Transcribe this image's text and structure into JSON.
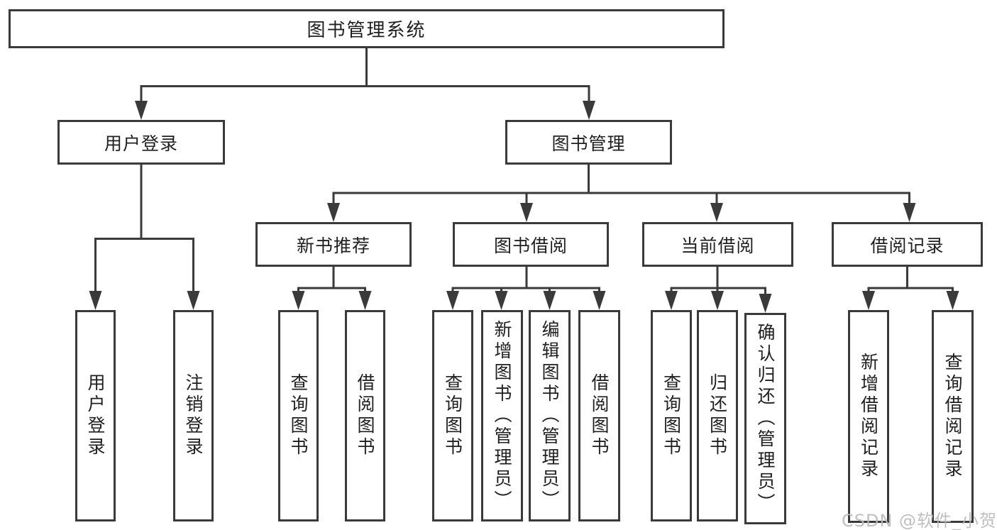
{
  "tree": {
    "root": {
      "label": "图书管理系统"
    },
    "branches": [
      {
        "label": "用户登录",
        "children": [
          {
            "label": "用户登录"
          },
          {
            "label": "注销登录"
          }
        ]
      },
      {
        "label": "图书管理",
        "children": [
          {
            "label": "新书推荐",
            "children": [
              {
                "label": "查询图书"
              },
              {
                "label": "借阅图书"
              }
            ]
          },
          {
            "label": "图书借阅",
            "children": [
              {
                "label": "查询图书"
              },
              {
                "label": "新增图书（管理员）"
              },
              {
                "label": "编辑图书（管理员）"
              },
              {
                "label": "借阅图书"
              }
            ]
          },
          {
            "label": "当前借阅",
            "children": [
              {
                "label": "查询图书"
              },
              {
                "label": "归还图书"
              },
              {
                "label": "确认归还（管理员）"
              }
            ]
          },
          {
            "label": "借阅记录",
            "children": [
              {
                "label": "新增借阅记录"
              },
              {
                "label": "查询借阅记录"
              }
            ]
          }
        ]
      }
    ]
  },
  "watermark": {
    "text": "CSDN @软件_小贺同学"
  },
  "colors": {
    "line": "#3a3a3a",
    "box_border": "#3a3a3a",
    "box_fill": "#ffffff",
    "text": "#1f1f1f",
    "watermark": "#bababa",
    "background": "#ffffff"
  }
}
